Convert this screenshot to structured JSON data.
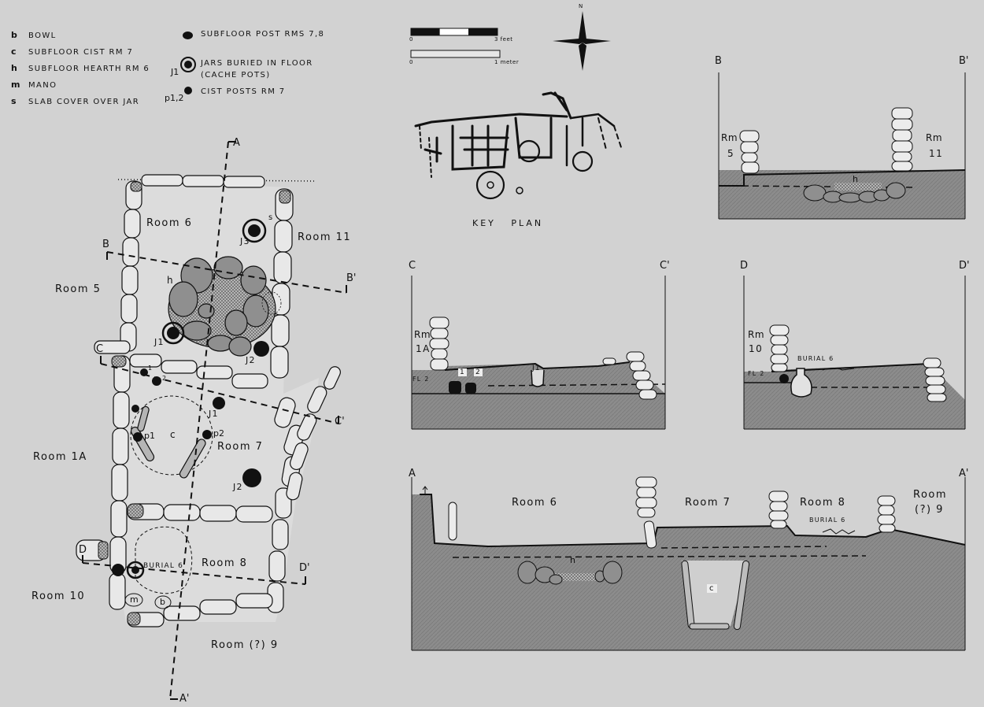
{
  "legend": {
    "left": [
      {
        "key": "b",
        "text": "BOWL"
      },
      {
        "key": "c",
        "text": "SUBFLOOR CIST RM 7"
      },
      {
        "key": "h",
        "text": "SUBFLOOR HEARTH RM 6"
      },
      {
        "key": "m",
        "text": "MANO"
      },
      {
        "key": "s",
        "text": "SLAB COVER OVER JAR"
      }
    ],
    "right": [
      {
        "key": "",
        "text": "SUBFLOOR POST RMS 7,8"
      },
      {
        "key": "J1",
        "text": "JARS BURIED IN FLOOR"
      },
      {
        "key": "",
        "text": "(CACHE POTS)"
      },
      {
        "key": "p1,2",
        "text": "CIST  POSTS RM 7"
      }
    ]
  },
  "scale": {
    "feet_start": "0",
    "feet_end": "3 feet",
    "meter_start": "0",
    "meter_end": "1 meter"
  },
  "north": "N",
  "key_plan_label": "KEY   PLAN",
  "plan": {
    "section_ends": [
      "A",
      "A'",
      "B",
      "B'",
      "C",
      "C'",
      "D",
      "D'"
    ],
    "rooms": [
      "Room 6",
      "Room 11",
      "Room 5",
      "Room 1A",
      "Room 7",
      "Room 8",
      "Room 10",
      "Room (?) 9"
    ],
    "features": {
      "s": "s",
      "h": "h",
      "j3": "J3",
      "j1a": "J1",
      "j2a": "J2",
      "j1b": "J1",
      "j2b": "J2",
      "c": "c",
      "p1": "p1",
      "p2": "p2",
      "m": "m",
      "b": "b",
      "burial": "BURIAL 6",
      "n1": "1",
      "n2": "2"
    }
  },
  "sections": {
    "bb": {
      "left": "B",
      "right": "B'",
      "rm_left": "Rm",
      "rm_left_num": "5",
      "rm_right": "Rm",
      "rm_right_num": "11",
      "h": "h"
    },
    "cc": {
      "left": "C",
      "right": "C'",
      "rm": "Rm",
      "rm_num": "1A",
      "fl": "FL 2",
      "n1": "1",
      "n2": "2",
      "j": "J1"
    },
    "dd": {
      "left": "D",
      "right": "D'",
      "rm": "Rm",
      "rm_num": "10",
      "fl": "FL 2",
      "burial": "BURIAL 6"
    },
    "aa": {
      "left": "A",
      "right": "A'",
      "r6": "Room 6",
      "r7": "Room 7",
      "r8": "Room 8",
      "r9": "Room",
      "r9b": "(?) 9",
      "burial": "BURIAL 6",
      "h": "h",
      "c": "c"
    }
  }
}
